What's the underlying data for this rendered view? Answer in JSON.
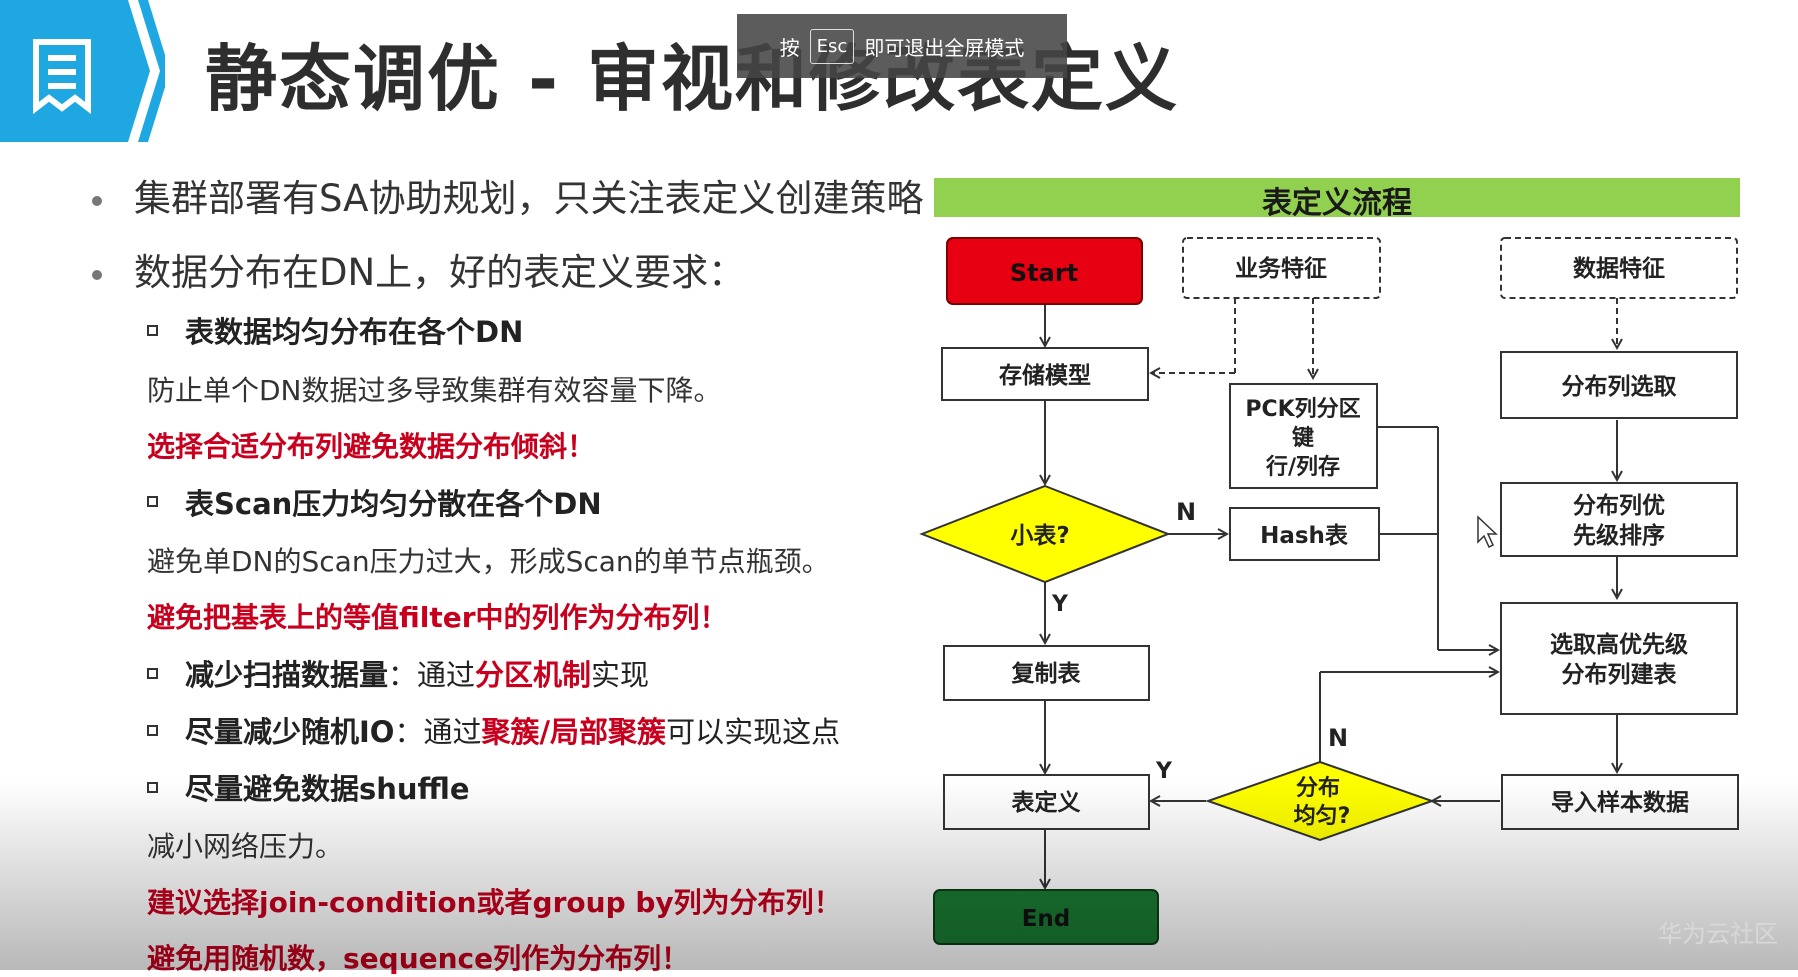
{
  "header": {
    "title": "静态调优 - 审视和修改表定义",
    "esc_tip_prefix": "按",
    "esc_key": "Esc",
    "esc_tip_suffix": "即可退出全屏模式"
  },
  "bullets": {
    "b1": "集群部署有SA协助规划，只关注表定义创建策略",
    "b2": "数据分布在DN上，好的表定义要求："
  },
  "items": {
    "i1_title": "表数据均匀分布在各个DN",
    "i1_desc": "防止单个DN数据过多导致集群有效容量下降。",
    "i1_tip": "选择合适分布列避免数据分布倾斜！",
    "i2_title": "表Scan压力均匀分散在各个DN",
    "i2_desc": "避免单DN的Scan压力过大，形成Scan的单节点瓶颈。",
    "i2_tip": "避免把基表上的等值filter中的列作为分布列！",
    "i3_a": "减少扫描数据量",
    "i3_b": "：通过",
    "i3_c": "分区机制",
    "i3_d": "实现",
    "i4_a": "尽量减少随机IO",
    "i4_b": "：通过",
    "i4_c": "聚簇/局部聚簇",
    "i4_d": "可以实现这点",
    "i5_title": "尽量避免数据shuffle",
    "i5_desc": "减小网络压力。",
    "i5_tip1": "建议选择join-condition或者group by列为分布列！",
    "i5_tip2": "避免用随机数，sequence列作为分布列！"
  },
  "flow": {
    "banner": "表定义流程",
    "start": "Start",
    "biz": "业务特征",
    "datafeat": "数据特征",
    "storage": "存储模型",
    "pck_1": "PCK列分区",
    "pck_2": "键",
    "pck_3": "行/列存",
    "distsel": "分布列选取",
    "small": "小表?",
    "n1": "N",
    "hash": "Hash表",
    "prio_1": "分布列优",
    "prio_2": "先级排序",
    "y1": "Y",
    "replicate": "复制表",
    "high_1": "选取高优先级",
    "high_2": "分布列建表",
    "n2": "N",
    "y2": "Y",
    "tabledef": "表定义",
    "even_1": "分布",
    "even_2": "均匀?",
    "import": "导入样本数据",
    "end": "End"
  },
  "watermark": "华为云社区",
  "colors": {
    "accent_blue": "#1ea7e1",
    "banner_green": "#92d050",
    "start_red": "#e60012",
    "end_green": "#1a7a33",
    "diamond_yellow": "#ffff00",
    "text_red": "#c8001e"
  },
  "icons": {
    "doc": "document-icon",
    "cursor": "mouse-cursor-icon"
  }
}
